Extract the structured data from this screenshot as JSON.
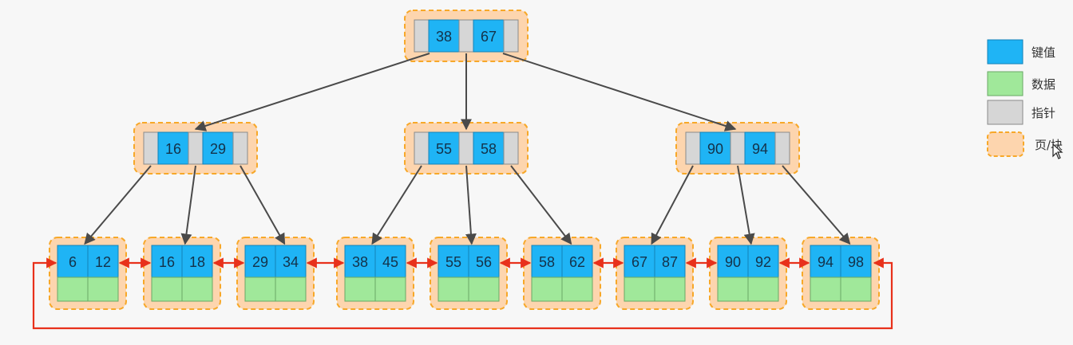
{
  "colors": {
    "key": "#1fb4f5",
    "data": "#a0e89a",
    "pointer": "#d6d6d6",
    "page": "#fdd5ae",
    "page_border": "#f7a829",
    "arrow": "#4a4a4a",
    "link": "#e8311b",
    "background": "#f7f7f7"
  },
  "tree": {
    "root": {
      "keys": [
        "38",
        "67"
      ]
    },
    "internal": [
      {
        "keys": [
          "16",
          "29"
        ]
      },
      {
        "keys": [
          "55",
          "58"
        ]
      },
      {
        "keys": [
          "90",
          "94"
        ]
      }
    ],
    "leaves": [
      {
        "keys": [
          "6",
          "12"
        ]
      },
      {
        "keys": [
          "16",
          "18"
        ]
      },
      {
        "keys": [
          "29",
          "34"
        ]
      },
      {
        "keys": [
          "38",
          "45"
        ]
      },
      {
        "keys": [
          "55",
          "56"
        ]
      },
      {
        "keys": [
          "58",
          "62"
        ]
      },
      {
        "keys": [
          "67",
          "87"
        ]
      },
      {
        "keys": [
          "90",
          "92"
        ]
      },
      {
        "keys": [
          "94",
          "98"
        ]
      }
    ]
  },
  "legend": [
    {
      "label": "键值",
      "kind": "key",
      "icon": "key-swatch"
    },
    {
      "label": "数据",
      "kind": "data",
      "icon": "data-swatch"
    },
    {
      "label": "指针",
      "kind": "pointer",
      "icon": "pointer-swatch"
    },
    {
      "label": "页/块",
      "kind": "page",
      "icon": "page-swatch"
    }
  ]
}
